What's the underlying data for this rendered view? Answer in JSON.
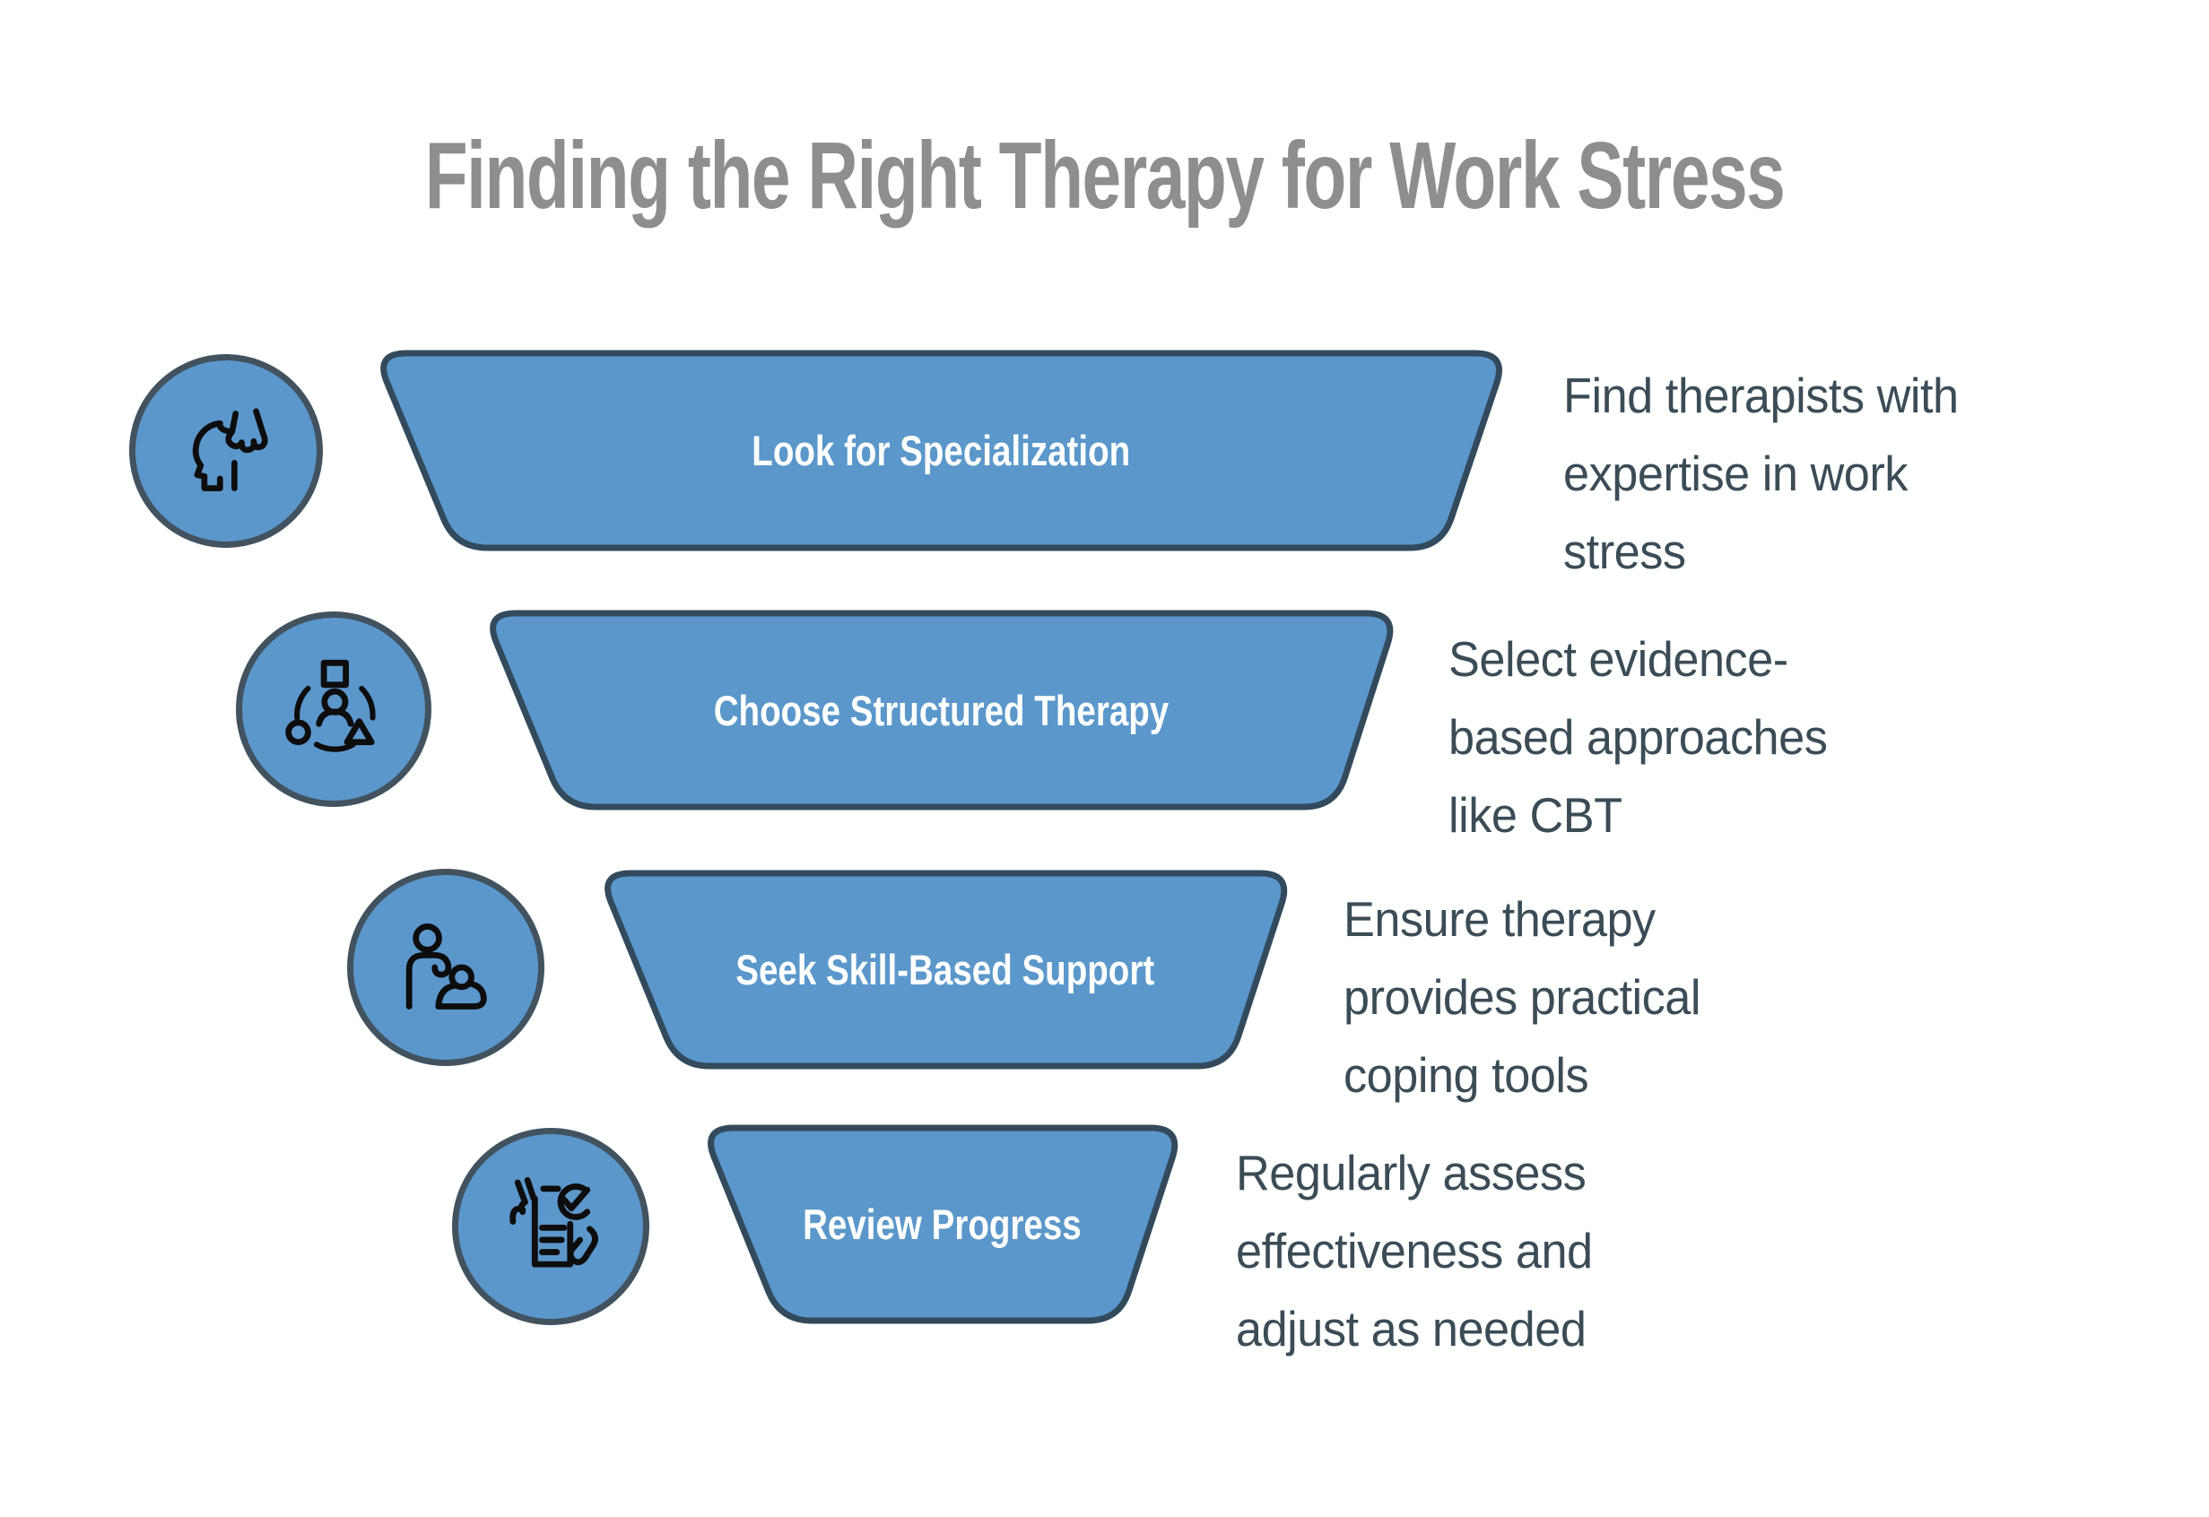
{
  "title": "Finding the Right Therapy for Work Stress",
  "colors": {
    "funnel_fill": "#5b97cb",
    "funnel_stroke": "#334a5c",
    "circle_border": "#42525f",
    "title_text": "#8e8e8e",
    "description_text": "#3b4c57",
    "label_text": "#ffffff",
    "icon_line": "#0d0d0d",
    "background": "#ffffff"
  },
  "funnel": {
    "steps": [
      {
        "label": "Look for Specialization",
        "description": "Find therapists with expertise in work stress",
        "icon": "head-support-icon"
      },
      {
        "label": "Choose Structured Therapy",
        "description": "Select evidence-based approaches like CBT",
        "icon": "structured-options-icon"
      },
      {
        "label": "Seek Skill-Based Support",
        "description": "Ensure therapy provides practical coping tools",
        "icon": "supporting-person-icon"
      },
      {
        "label": "Review Progress",
        "description": "Regularly assess effectiveness and adjust as needed",
        "icon": "review-checklist-icon"
      }
    ]
  }
}
